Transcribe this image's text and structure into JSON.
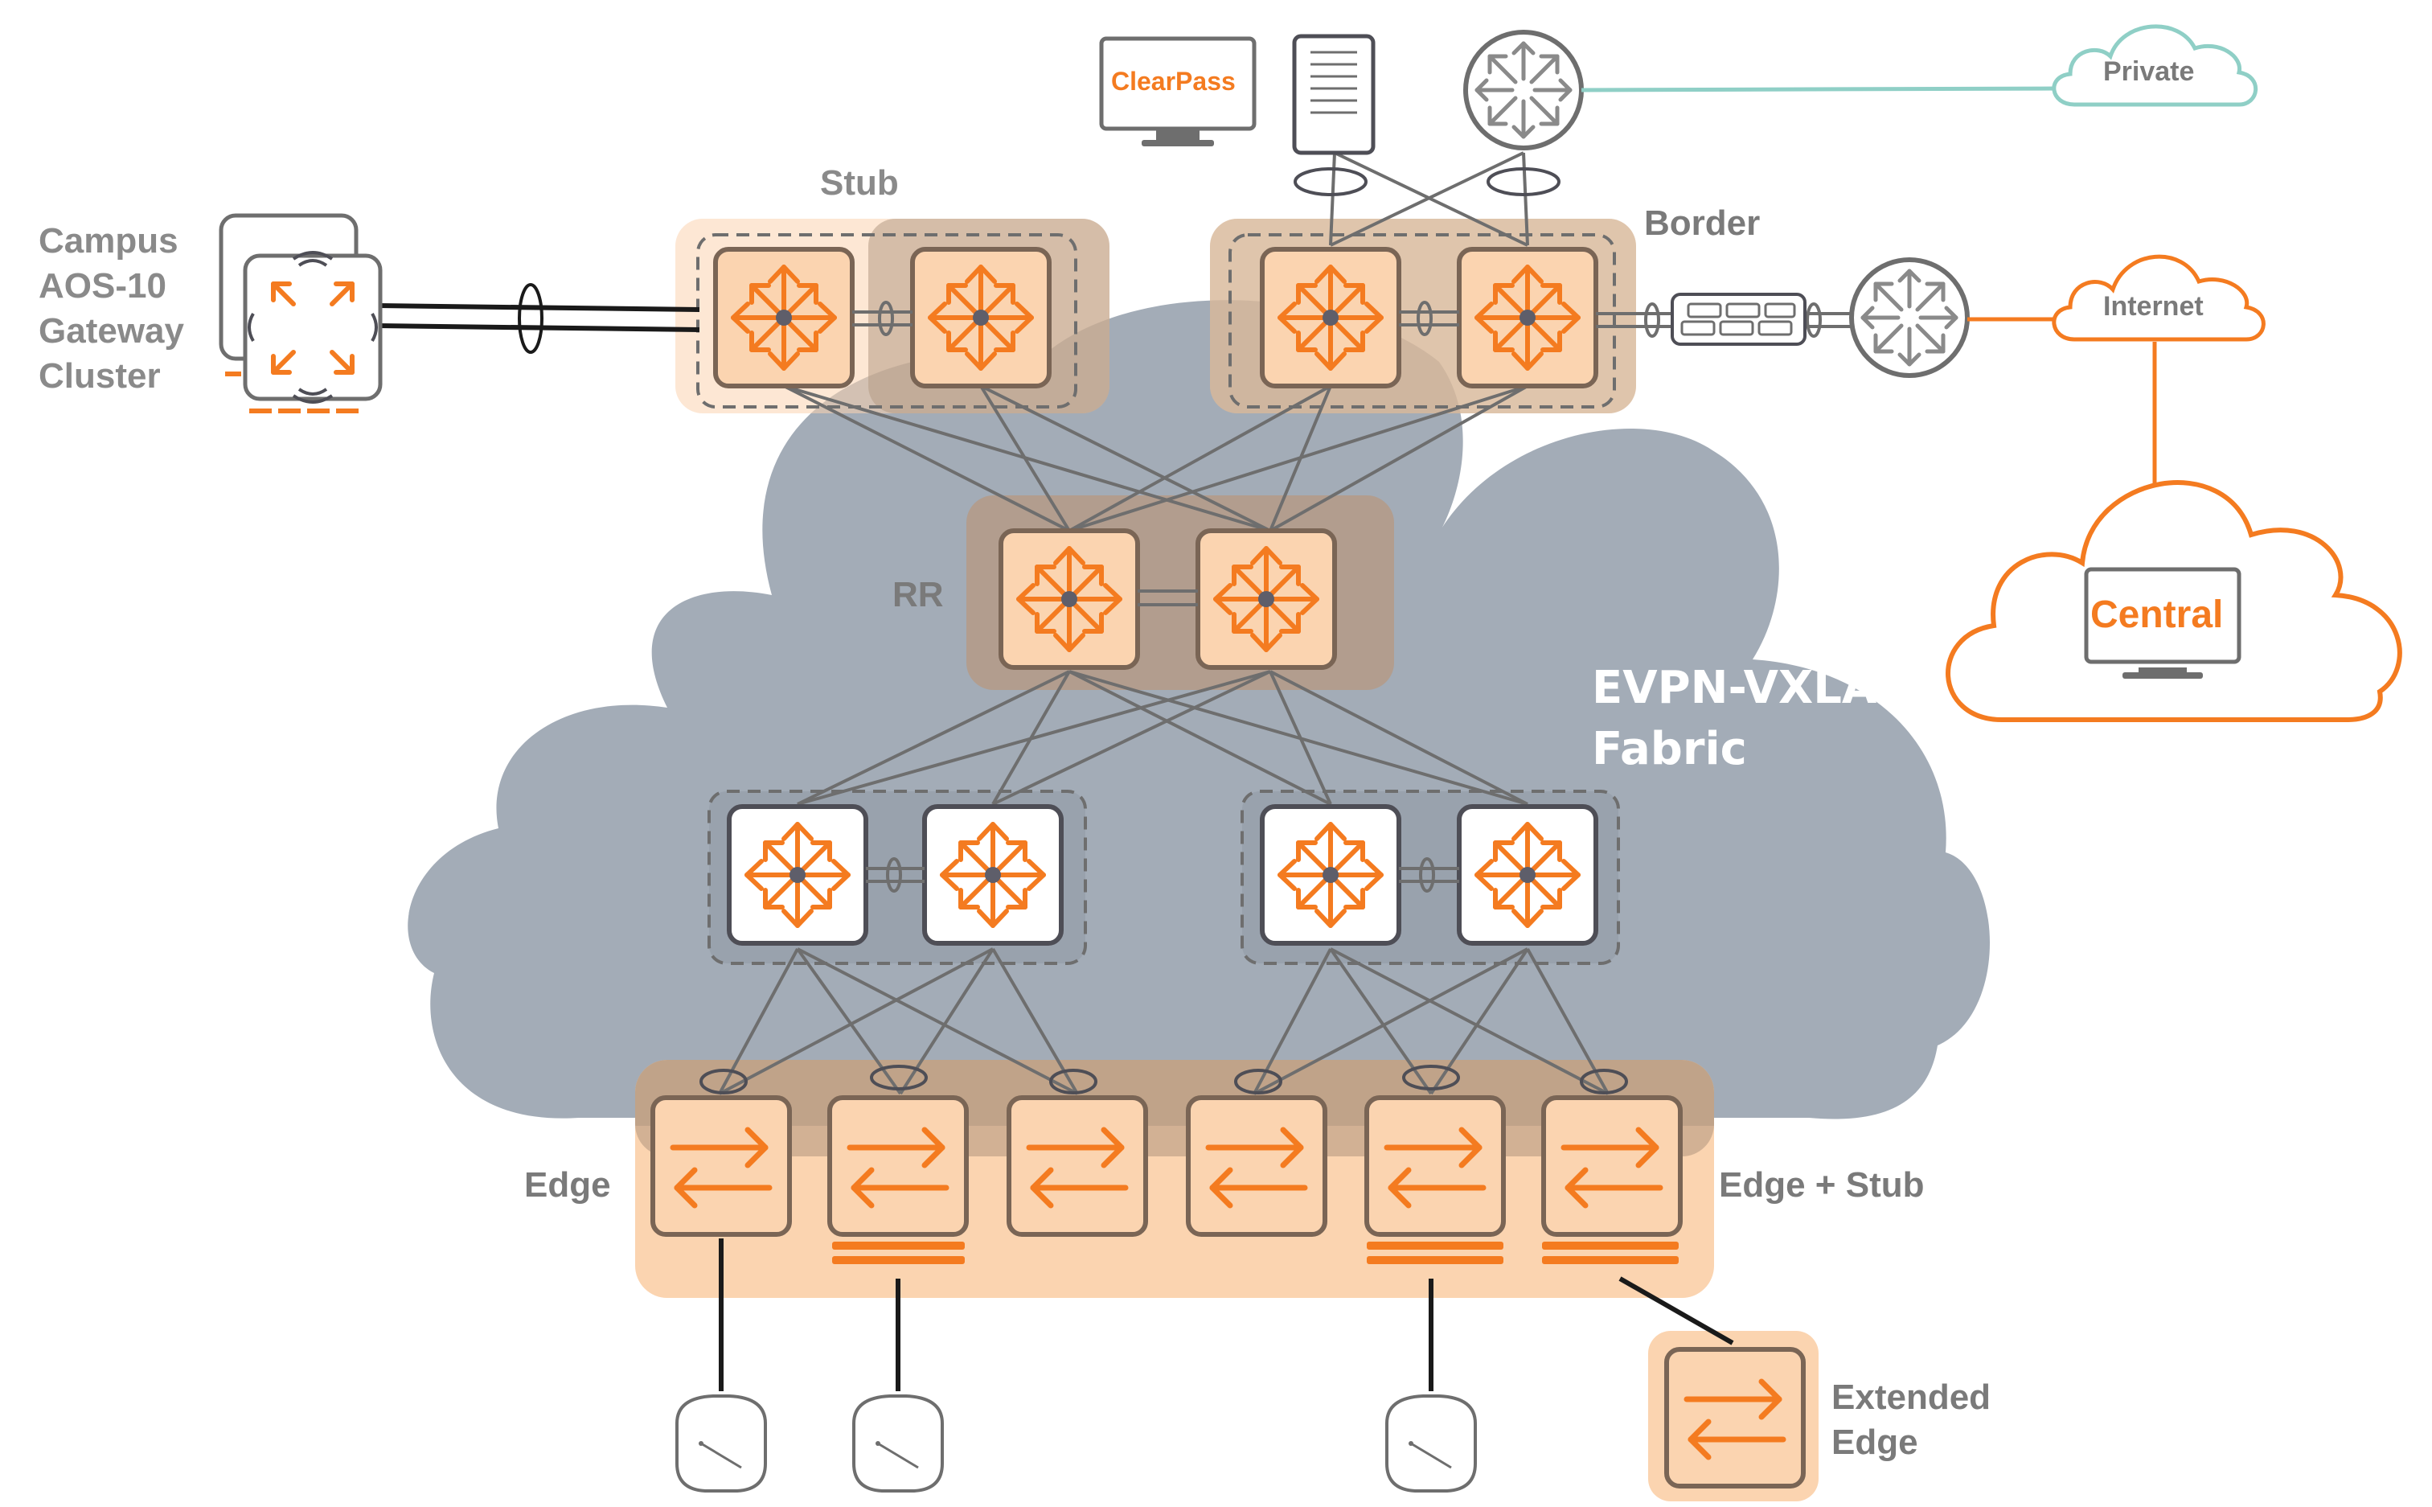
{
  "labels": {
    "stub": "Stub",
    "border": "Border",
    "rr": "RR",
    "fabric_line1": "EVPN-VXLAN",
    "fabric_line2": "Fabric",
    "edge": "Edge",
    "edge_stub": "Edge + Stub",
    "extended_line1": "Extended",
    "extended_line2": "Edge",
    "gateway_line1": "Campus",
    "gateway_line2": "AOS-10",
    "gateway_line3": "Gateway",
    "gateway_line4": "Cluster"
  },
  "clouds": {
    "private": "Private",
    "internet": "Internet",
    "central": "Central"
  },
  "devices": {
    "clearpass": "ClearPass"
  },
  "colors": {
    "orange": "#f47b20",
    "peach": "#fbd4b0",
    "fabric_grey": "#a3acb7",
    "brown_box": "#b59a83",
    "teal": "#8fcfc6",
    "line_grey": "#6e6e6e"
  },
  "icons": {
    "switch_l3": "router-arrows-icon",
    "switch_l2": "switch-arrows-icon",
    "router": "router-icon",
    "firewall": "firewall-icon",
    "access_point": "access-point-icon",
    "gateway": "gateway-icon",
    "server": "server-icon",
    "monitor": "monitor-icon"
  }
}
